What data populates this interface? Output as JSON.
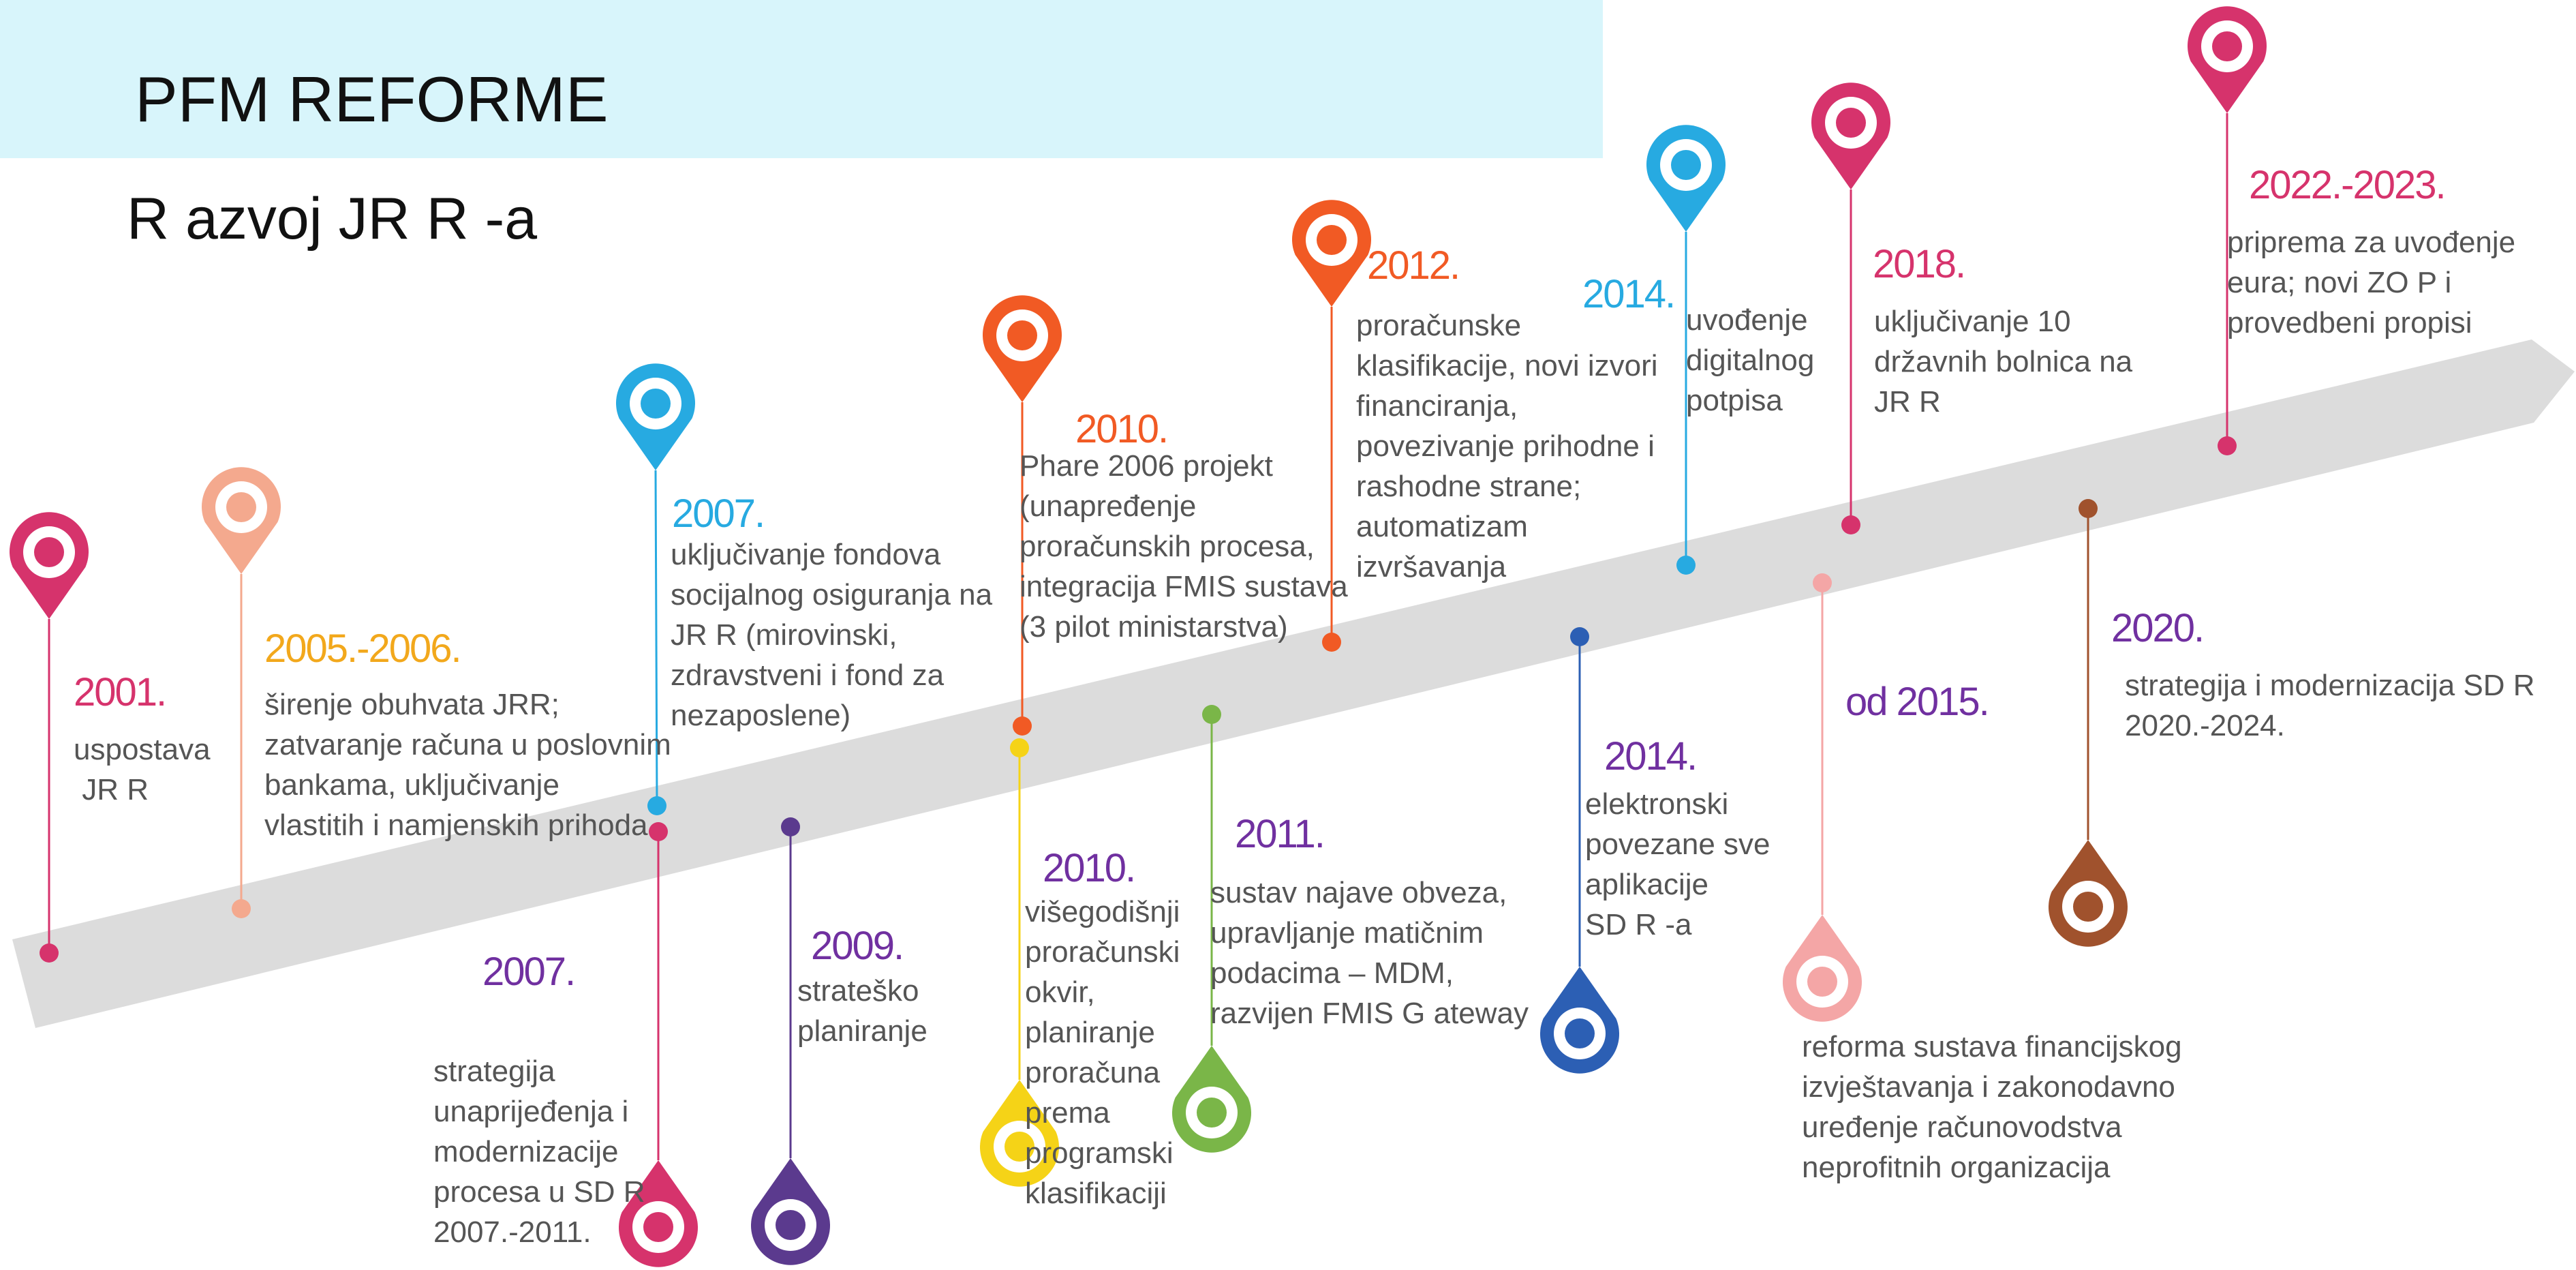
{
  "header": {
    "title": "PFM REFORME",
    "subtitle": "R azvoj JR R -a"
  },
  "colors": {
    "band": "#d8f5fb",
    "arrow": "#dcdcdc"
  },
  "events": [
    {
      "id": "2001",
      "year": "2001.",
      "color": "#d6336c",
      "text": [
        "uspostava",
        " JR R"
      ]
    },
    {
      "id": "2005",
      "year": "2005.-2006.",
      "color": "#f2a81c",
      "pin_color": "#f4a98e",
      "text": [
        "širenje obuhvata JRR;",
        "zatvaranje računa u poslovnim",
        "bankama, uključivanje",
        "vlastitih i namjenskih prihoda"
      ]
    },
    {
      "id": "2007a",
      "year": "2007.",
      "color": "#27aae1",
      "text": [
        "uključivanje fondova",
        "socijalnog osiguranja na",
        "JR R  (mirovinski,",
        "zdravstveni i fond za",
        "nezaposlene)"
      ]
    },
    {
      "id": "2007b",
      "year": "2007.",
      "color": "#7030a0",
      "pin_color": "#d6336c",
      "text": [
        "strategija",
        "unaprijeđenja i",
        "modernizacije",
        "procesa u SD R",
        "2007.-2011."
      ]
    },
    {
      "id": "2009",
      "year": "2009.",
      "color": "#7030a0",
      "pin_color": "#5b3a8e",
      "text": [
        "strateško",
        "planiranje"
      ]
    },
    {
      "id": "2010a",
      "year": "2010.",
      "color": "#f15a24",
      "text": [
        "Phare 2006 projekt",
        "(unapređenje",
        "proračunskih procesa,",
        "integracija FMIS sustava",
        "(3 pilot ministarstva)"
      ]
    },
    {
      "id": "2010b",
      "year": "2010.",
      "color": "#7030a0",
      "pin_color": "#f5d317",
      "text": [
        "višegodišnji",
        "proračunski",
        "okvir,",
        "planiranje",
        "proračuna",
        "prema",
        "programski",
        "klasifikaciji"
      ]
    },
    {
      "id": "2011",
      "year": "2011.",
      "color": "#7030a0",
      "pin_color": "#7ab648",
      "text": [
        "sustav najave obveza,",
        "upravljanje matičnim",
        "podacima – MDM,",
        "razvijen FMIS G ateway"
      ]
    },
    {
      "id": "2012",
      "year": "2012.",
      "color": "#f15a24",
      "text": [
        "proračunske",
        "klasifikacije, novi izvori",
        "financiranja,",
        "povezivanje prihodne i",
        "rashodne strane;",
        "automatizam",
        "izvršavanja"
      ]
    },
    {
      "id": "2014a",
      "year": "2014.",
      "color": "#7030a0",
      "pin_color": "#2c5fb4",
      "text": [
        "elektronski",
        "povezane sve",
        "aplikacije",
        "SD R -a"
      ]
    },
    {
      "id": "2014b",
      "year": "2014.",
      "color": "#27aae1",
      "text": [
        "uvođenje",
        "digitalnog",
        "potpisa"
      ]
    },
    {
      "id": "2015",
      "year": "od 2015.",
      "color": "#7030a0",
      "pin_color": "#f4a6a6",
      "text": [
        "reforma  sustava financijskog",
        "izvještavanja i zakonodavno",
        "uređenje računovodstva",
        "neprofitnih organizacija"
      ]
    },
    {
      "id": "2018",
      "year": "2018.",
      "color": "#d6336c",
      "text": [
        "uključivanje 10",
        "državnih bolnica na",
        "JR R"
      ]
    },
    {
      "id": "2020",
      "year": "2020.",
      "color": "#7030a0",
      "pin_color": "#a0522d",
      "text": [
        "strategija i modernizacija SD R",
        "2020.-2024."
      ]
    },
    {
      "id": "2022",
      "year": "2022.-2023.",
      "color": "#d6336c",
      "text": [
        "priprema za uvođenje",
        "eura; novi ZO P i",
        "provedbeni propisi"
      ]
    }
  ]
}
